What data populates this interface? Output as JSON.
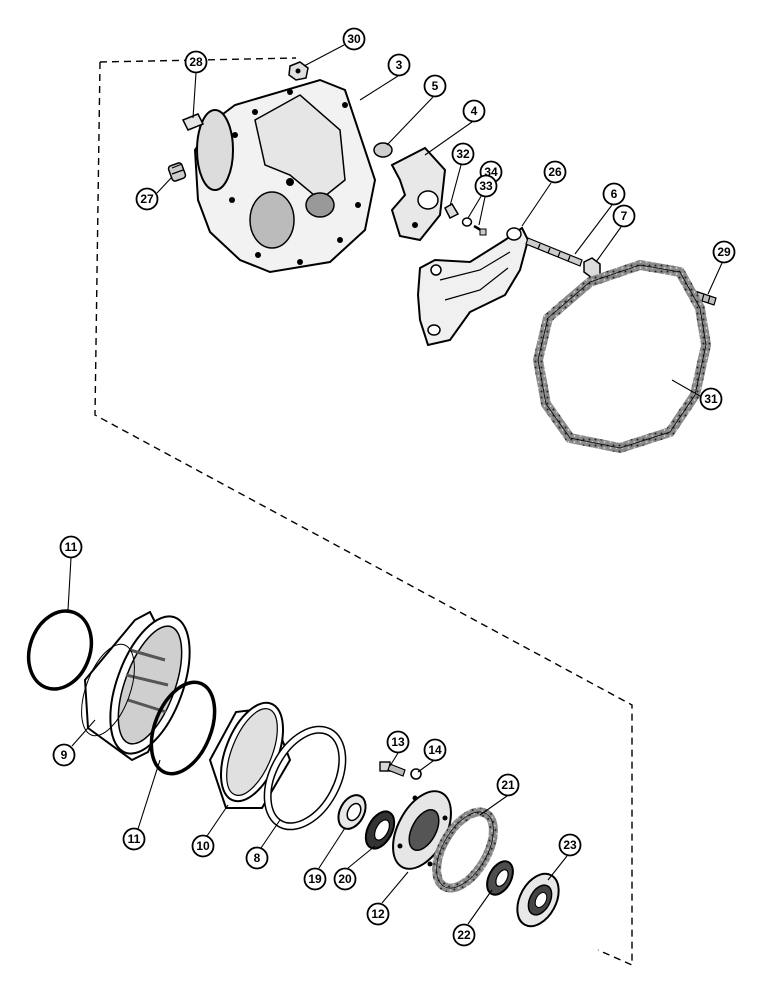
{
  "callouts": [
    "30",
    "28",
    "3",
    "5",
    "4",
    "27",
    "32",
    "34",
    "33",
    "26",
    "6",
    "7",
    "29",
    "31",
    "11",
    "9",
    "11",
    "10",
    "8",
    "13",
    "14",
    "21",
    "23",
    "19",
    "20",
    "12",
    "22"
  ],
  "colors": {
    "ink": "#000000",
    "paper": "#ffffff",
    "gasket_fill": "#666666"
  }
}
